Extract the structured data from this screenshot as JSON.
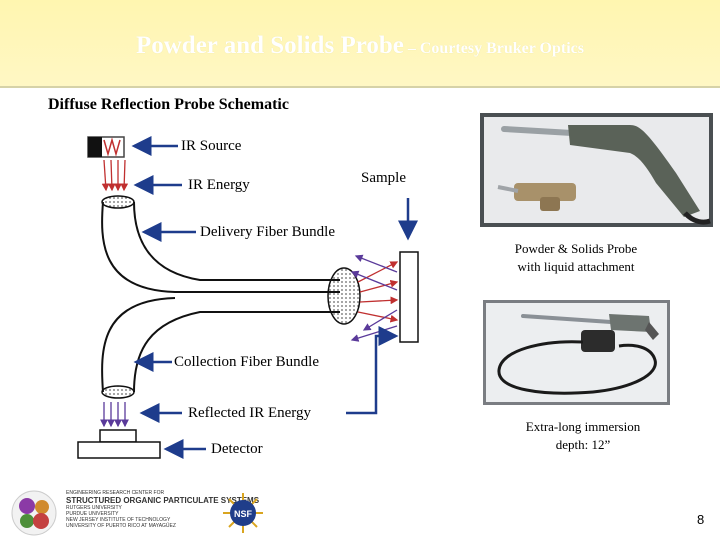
{
  "header": {
    "title": "Powder and Solids Probe",
    "subtitle": " – Courtesy Bruker Optics"
  },
  "schematic": {
    "heading": "Diffuse Reflection Probe Schematic",
    "ir_source": "IR Source",
    "ir_energy": "IR Energy",
    "sample": "Sample",
    "delivery_bundle": "Delivery Fiber Bundle",
    "collection_bundle": "Collection Fiber Bundle",
    "reflected_energy": "Reflected IR Energy",
    "detector": "Detector"
  },
  "photos": {
    "caption1_line1": "Powder  & Solids Probe",
    "caption1_line2": "with liquid attachment",
    "caption2_line1": "Extra-long immersion",
    "caption2_line2": "depth: 12”"
  },
  "footer": {
    "line1": "ENGINEERING RESEARCH CENTER FOR",
    "line2": "STRUCTURED ORGANIC PARTICULATE SYSTEMS",
    "line3": "RUTGERS UNIVERSITY",
    "line4": "PURDUE UNIVERSITY",
    "line5": "NEW JERSEY INSTITUTE OF TECHNOLOGY",
    "line6": "UNIVERSITY OF PUERTO RICO AT MAYAGÜEZ",
    "nsf": "NSF",
    "page_number": "8"
  },
  "colors": {
    "header_bg": "#fff6b0",
    "arrow_blue": "#1e3c8c",
    "ray_red": "#c03030",
    "ray_purple": "#5a3a9a"
  }
}
